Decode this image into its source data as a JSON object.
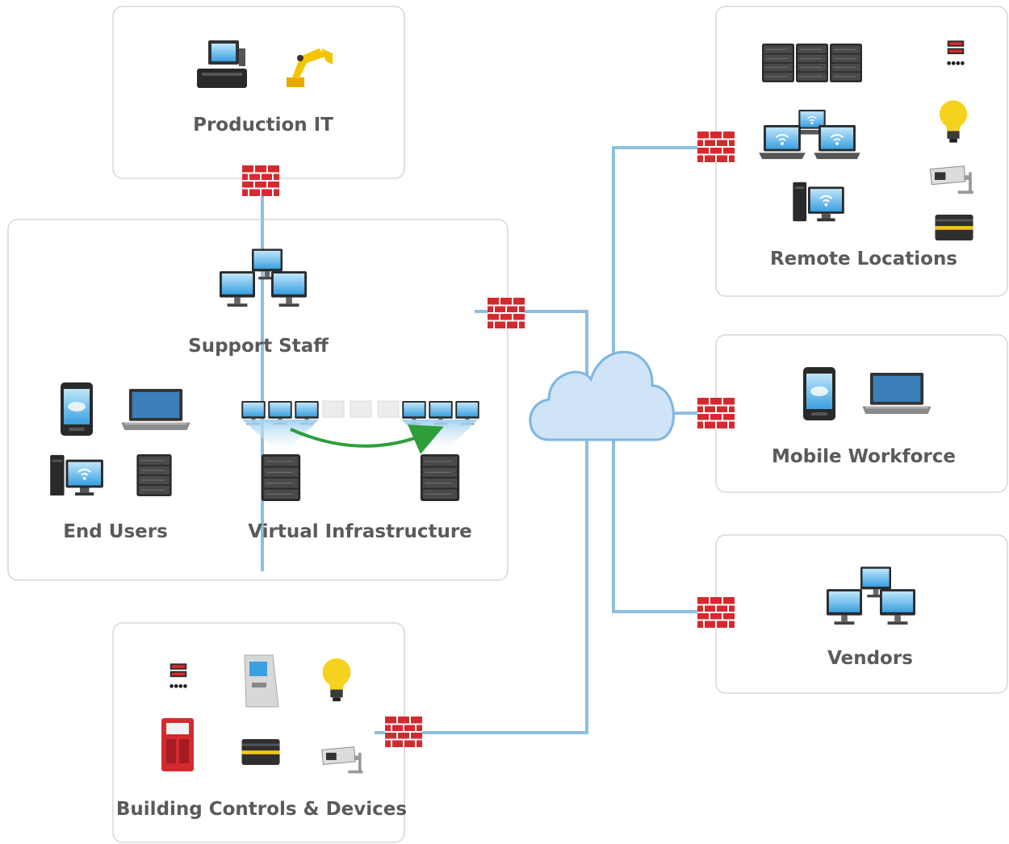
{
  "labels": {
    "production_it": "Production IT",
    "support_staff": "Support Staff",
    "end_users": "End Users",
    "virtual_infrastructure": "Virtual Infrastructure",
    "building_controls": "Building Controls & Devices",
    "remote_locations": "Remote Locations",
    "mobile_workforce": "Mobile Workforce",
    "vendors": "Vendors"
  },
  "colors": {
    "box_border": "#d7d7d7",
    "link_line": "#8fbfe0",
    "firewall": "#d42a2f",
    "cloud_fill": "#cfe4f6",
    "cloud_stroke": "#7db6e0",
    "migration_arrow": "#2e9e3a",
    "label_text": "#5a5a5a"
  },
  "icons": {
    "firewall": "firewall-brick-icon",
    "cloud": "internet-cloud-icon",
    "server": "server-rack-icon",
    "monitor": "monitor-icon",
    "laptop": "laptop-icon",
    "phone": "smartphone-icon",
    "desktop": "desktop-tower-icon",
    "pos": "cash-register-icon",
    "robot_arm": "robot-arm-icon",
    "bulb": "light-bulb-icon",
    "camera": "security-camera-icon",
    "card": "card-reader-icon",
    "keypad": "keypad-icon",
    "atm": "atm-icon",
    "fire_panel": "fire-alarm-panel-icon"
  }
}
